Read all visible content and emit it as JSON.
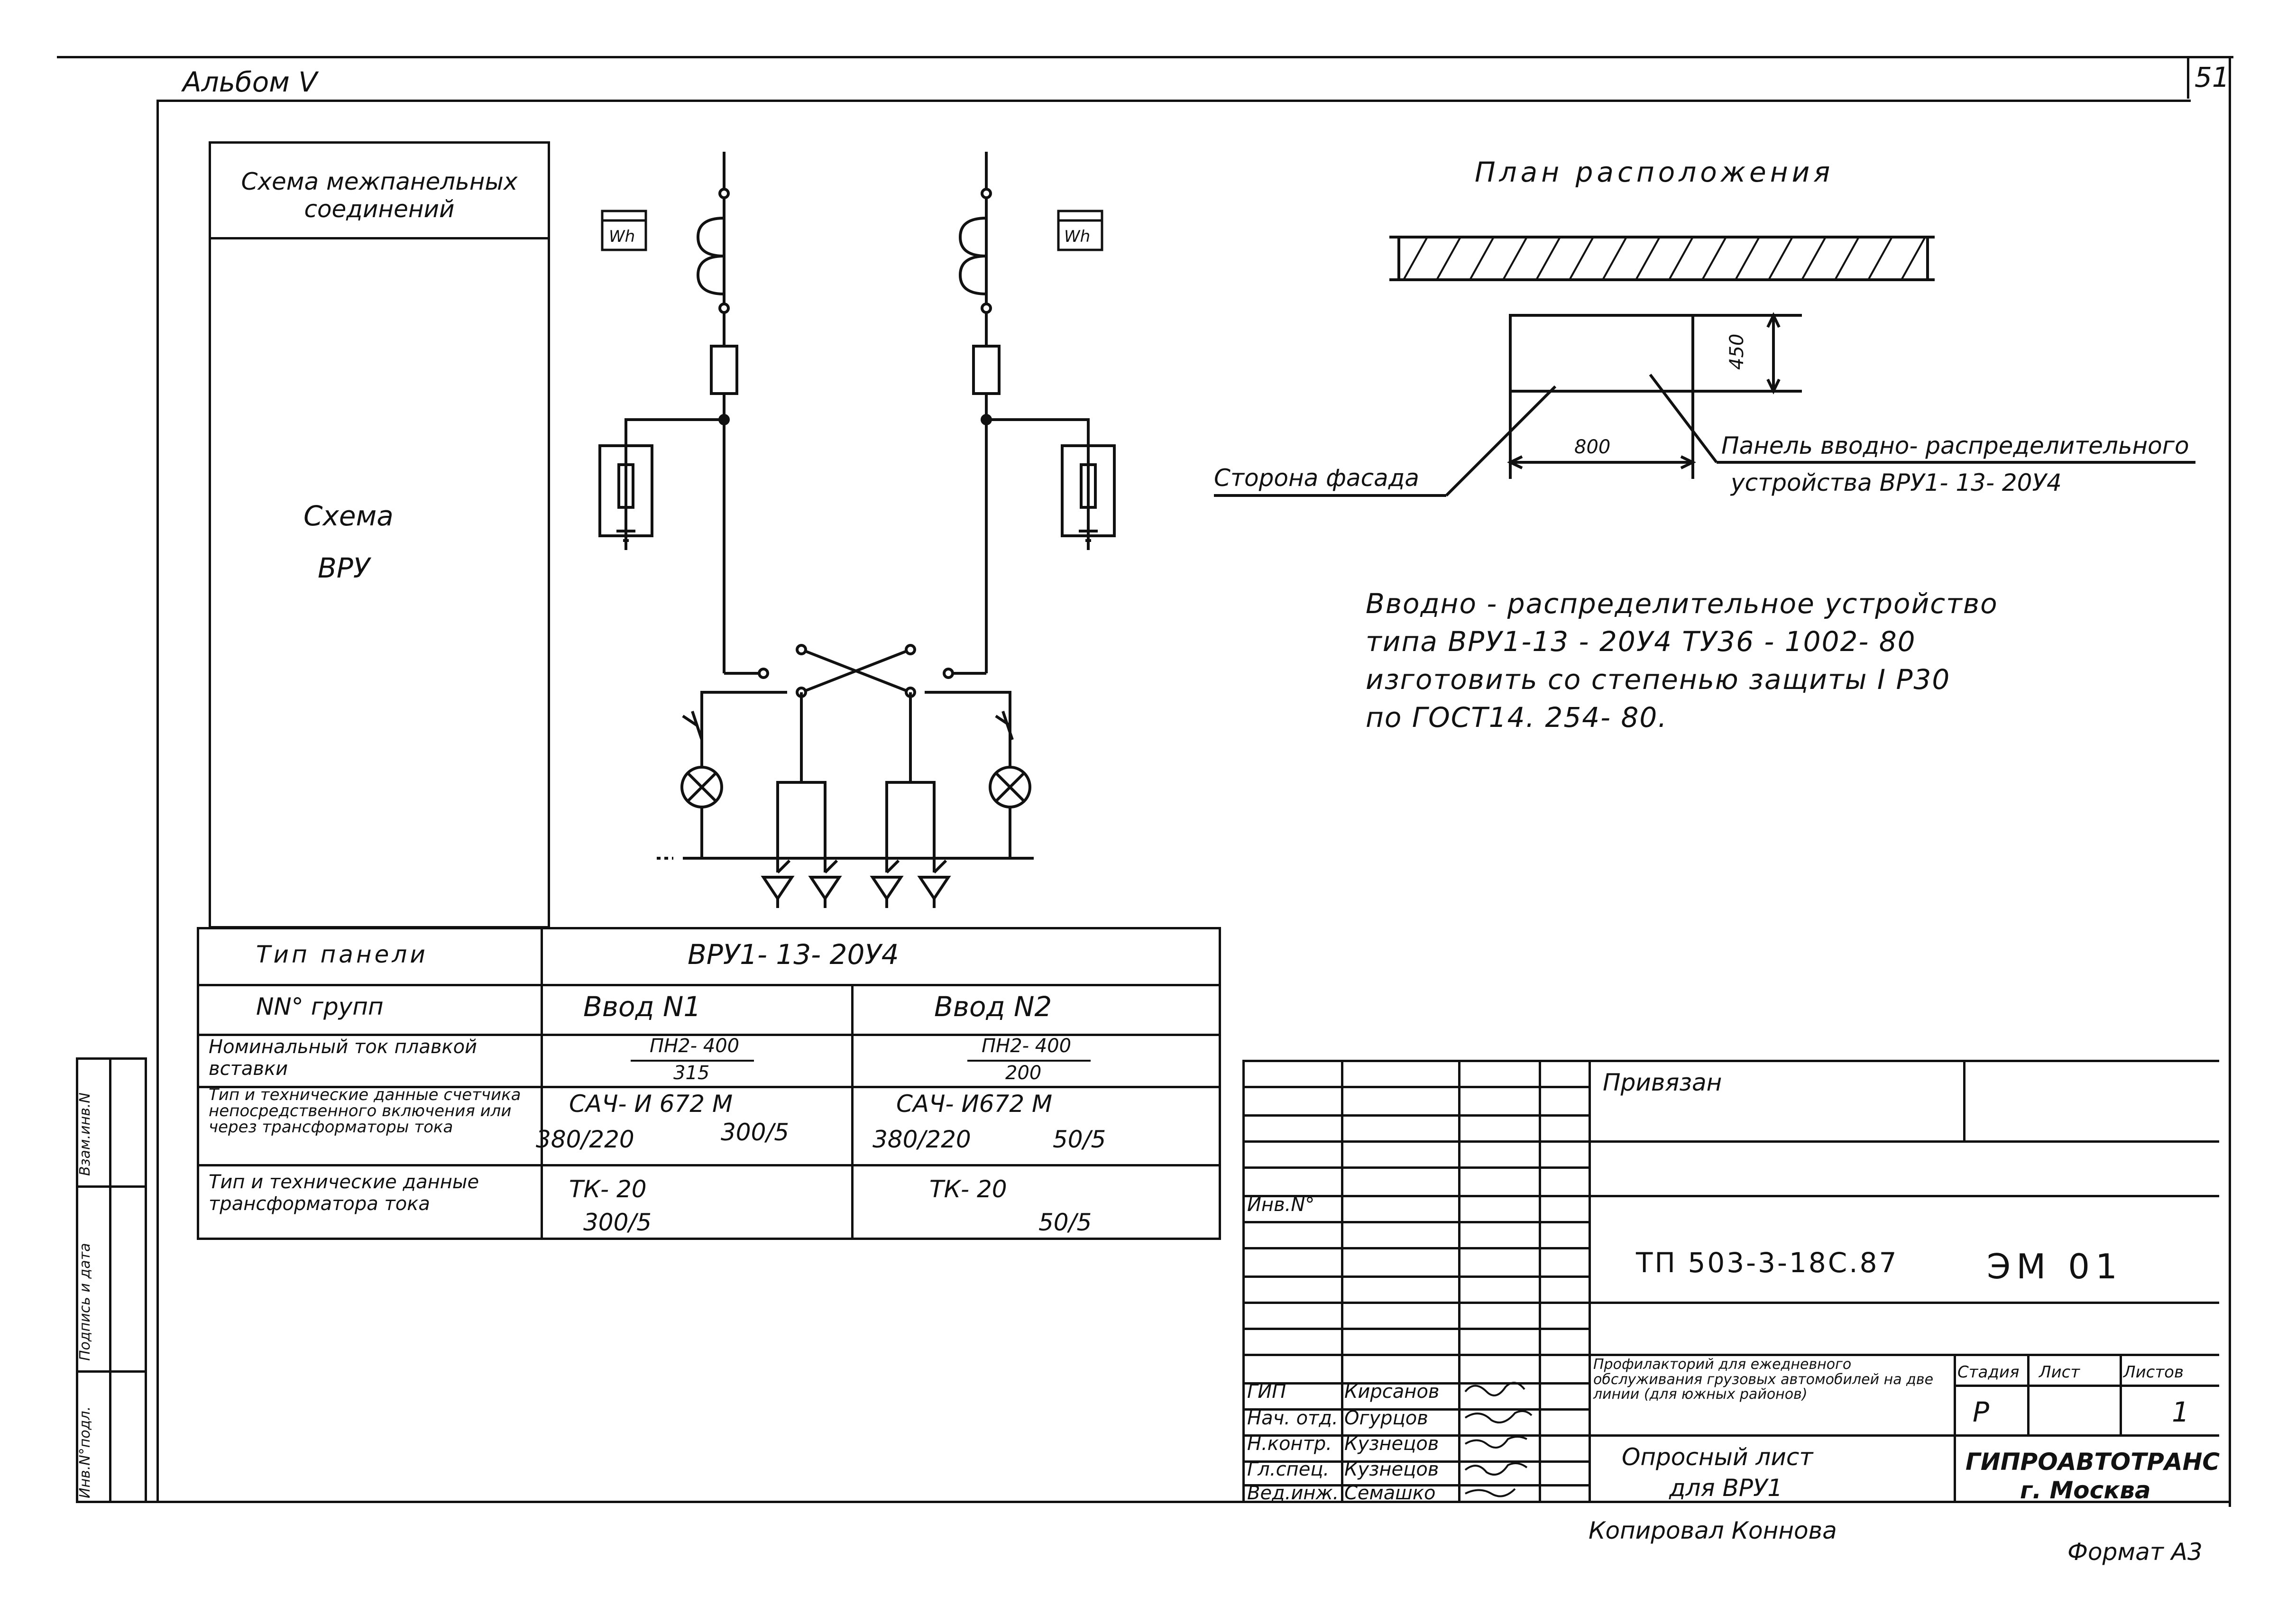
{
  "header": {
    "album": "Альбом V",
    "page_number": "51"
  },
  "left_block": {
    "interpanel_title": "Схема межпанельных соединений",
    "vru_label_1": "Схема",
    "vru_label_2": "ВРУ"
  },
  "meter_label": "Wh",
  "table": {
    "rows": [
      {
        "label": "Тип панели",
        "value": "ВРУ1- 13- 20У4"
      },
      {
        "label": "NN° групп",
        "col1": "Ввод N1",
        "col2": "Ввод N2"
      },
      {
        "label": "Номинальный ток плавкой вставки",
        "col1_top": "ПН2- 400",
        "col1_bottom": "315",
        "col2_top": "ПН2- 400",
        "col2_bottom": "200"
      },
      {
        "label": "Тип и технические данные счетчика непосредственного включения или через трансформаторы тока",
        "col1_a": "САЧ- И 672 М",
        "col1_b": "380/220",
        "col1_c": "300/5",
        "col2_a": "САЧ- И672 М",
        "col2_b": "380/220",
        "col2_c": "50/5"
      },
      {
        "label": "Тип и технические данные трансформатора тока",
        "col1_a": "ТК- 20",
        "col1_b": "300/5",
        "col2_a": "ТК- 20",
        "col2_b": "50/5"
      }
    ]
  },
  "plan": {
    "title": "План расположения",
    "dim_depth": "450",
    "dim_width": "800",
    "facade_label": "Сторона фасада",
    "panel_label_1": "Панель вводно- распределительного",
    "panel_label_2": "устройства ВРУ1- 13- 20У4"
  },
  "note": {
    "line1": "Вводно - распределительное устройство",
    "line2": "типа ВРУ1-13 - 20У4 ТУ36 - 1002- 80",
    "line3": "изготовить со степенью защиты I P30",
    "line4": "по ГОСТ14. 254- 80."
  },
  "stamp": {
    "inv_no": "Инв.N°",
    "privyazan": "Привязан",
    "doc_code": "ТП 503-3-18С.87",
    "doc_mark": "ЭМ 01",
    "project_title": "Профилакторий для ежедневного обслуживания грузовых автомобилей на две линии (для южных районов)",
    "stage_h": "Стадия",
    "sheet_h": "Лист",
    "sheets_h": "Листов",
    "stage": "Р",
    "sheets": "1",
    "sheet_name_1": "Опросный лист",
    "sheet_name_2": "для ВРУ1",
    "org_1": "ГИПРОАВТОТРАНС",
    "org_2": "г. Москва",
    "people": [
      {
        "role": "ГИП",
        "name": "Кирсанов"
      },
      {
        "role": "Нач. отд.",
        "name": "Огурцов"
      },
      {
        "role": "Н.контр.",
        "name": "Кузнецов"
      },
      {
        "role": "Гл.спец.",
        "name": "Кузнецов"
      },
      {
        "role": "Вед.инж.",
        "name": "Семашко"
      }
    ]
  },
  "side_strip": {
    "a": "Взам.инв.N",
    "b": "Подпись и дата",
    "c": "Инв.N°подл."
  },
  "footer": {
    "copied": "Копировал Коннова",
    "format": "Формат А3"
  }
}
